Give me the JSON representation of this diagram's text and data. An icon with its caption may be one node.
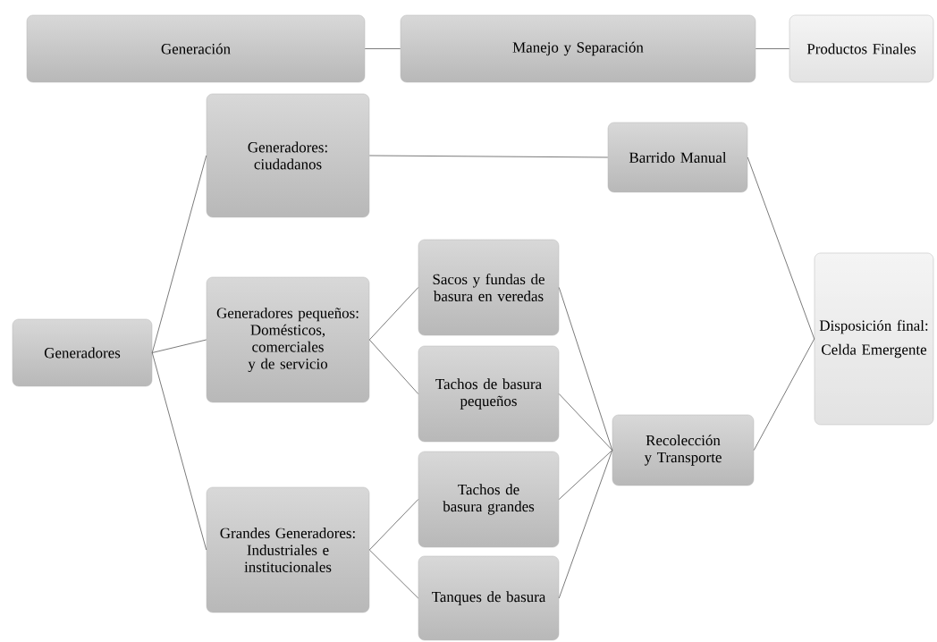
{
  "diagram": {
    "nodes": [
      {
        "text": [
          "Generación"
        ]
      },
      {
        "text": [
          "Manejo y Separación"
        ]
      },
      {
        "text": [
          "Productos Finales"
        ]
      },
      {
        "text": [
          "Generadores"
        ]
      },
      {
        "text": [
          "Generadores: ciudadanos"
        ]
      },
      {
        "text": [
          "Generadores pequeños: Domésticos, comerciales y de servicio"
        ]
      },
      {
        "text": [
          "Grandes Generadores: Industriales e institucionales"
        ]
      },
      {
        "text": [
          "Barrido Manual"
        ]
      },
      {
        "text": [
          "Sacos y fundas de basura en veredas"
        ]
      },
      {
        "text": [
          "Tachos de basura pequeños"
        ]
      },
      {
        "text": [
          "Tachos de basura grandes"
        ]
      },
      {
        "text": [
          "Tanques de basura"
        ]
      },
      {
        "text": [
          "Recolección y Transporte"
        ]
      },
      {
        "text": [
          "Disposición final:",
          "Celda Emergente"
        ]
      }
    ],
    "edges": [
      {
        "from": 0,
        "to": 1,
        "arrow": "none"
      },
      {
        "from": 1,
        "to": 2,
        "arrow": "none"
      },
      {
        "from": 3,
        "to": 4,
        "arrow": "none"
      },
      {
        "from": 3,
        "to": 5,
        "arrow": "none"
      },
      {
        "from": 3,
        "to": 6,
        "arrow": "none"
      },
      {
        "from": 4,
        "to": 7,
        "arrow": "none"
      },
      {
        "from": 5,
        "to": 8,
        "arrow": "none"
      },
      {
        "from": 5,
        "to": 9,
        "arrow": "none"
      },
      {
        "from": 6,
        "to": 10,
        "arrow": "none"
      },
      {
        "from": 6,
        "to": 11,
        "arrow": "none"
      },
      {
        "from": 8,
        "to": 12,
        "arrow": "none"
      },
      {
        "from": 9,
        "to": 12,
        "arrow": "none"
      },
      {
        "from": 10,
        "to": 12,
        "arrow": "none"
      },
      {
        "from": 11,
        "to": 12,
        "arrow": "none"
      },
      {
        "from": 7,
        "to": 13,
        "arrow": "none"
      },
      {
        "from": 12,
        "to": 13,
        "arrow": "none"
      }
    ]
  }
}
